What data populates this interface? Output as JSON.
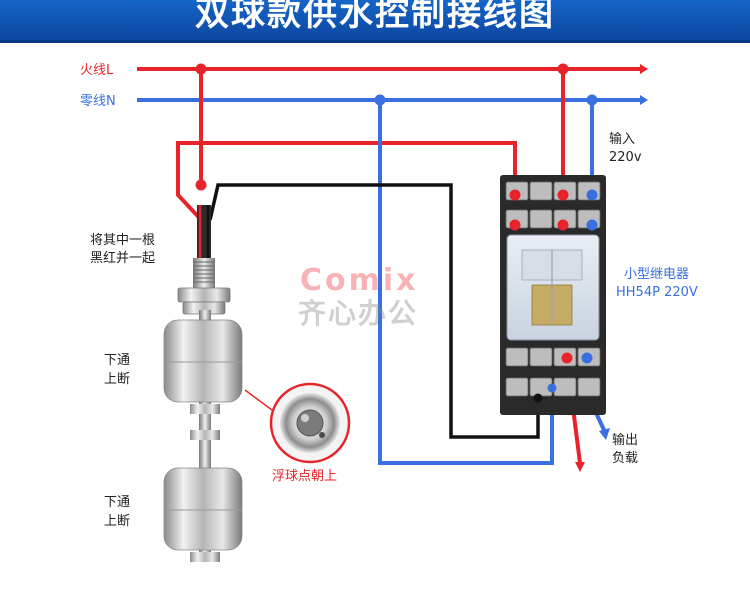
{
  "header": {
    "title": "双球款供水控制接线图"
  },
  "labels": {
    "live_line": "火线L",
    "neutral_line": "零线N",
    "input_1": "输入",
    "input_2": "220v",
    "relay_name_1": "小型继电器",
    "relay_name_2": "HH54P 220V",
    "join_wires_1": "将其中一根",
    "join_wires_2": "黑红并一起",
    "float_upper_1": "下通",
    "float_upper_2": "上断",
    "float_lower_1": "下通",
    "float_lower_2": "上断",
    "float_note": "浮球点朝上",
    "output_1": "输出",
    "output_2": "负载"
  },
  "watermark": {
    "brand": "Comix",
    "sub": "齐心办公"
  },
  "colors": {
    "live": "#e8232a",
    "neutral": "#3a6fe0",
    "signal": "#111111",
    "header": "#1565c8",
    "label_red": "#e8232a",
    "label_blue": "#3a6fe0"
  }
}
